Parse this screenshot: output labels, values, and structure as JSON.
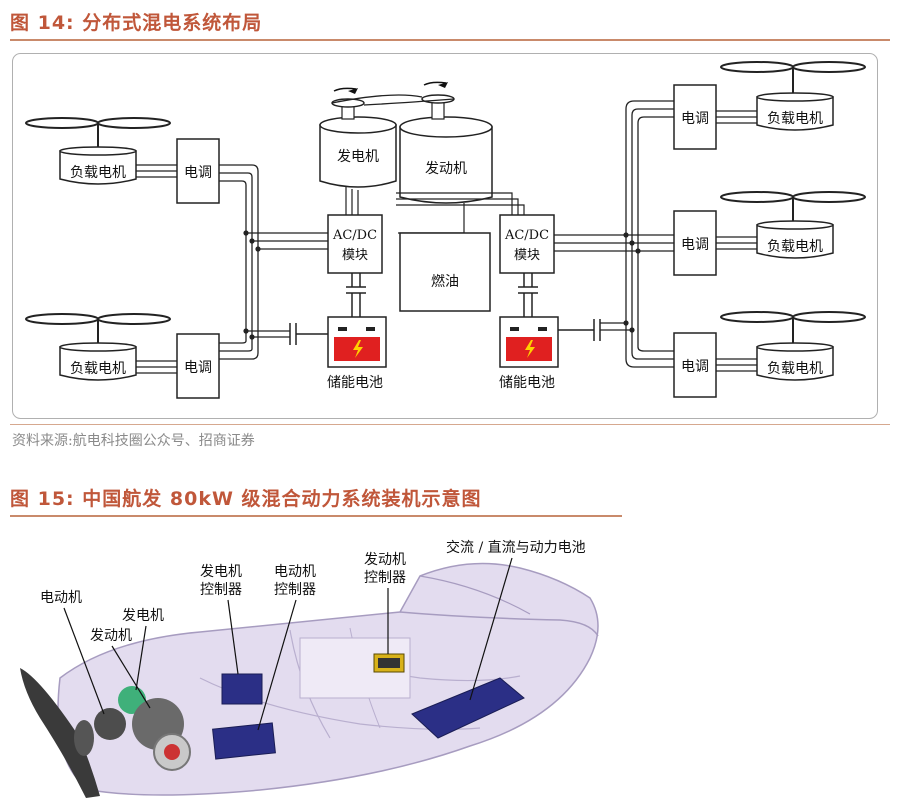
{
  "figure14": {
    "title": "图 14:  分布式混电系统布局",
    "labels": {
      "load_motor": "负载电机",
      "esc": "电调",
      "generator": "发电机",
      "engine": "发动机",
      "acdc_line1": "AC/DC",
      "acdc_line2": "模块",
      "fuel": "燃油",
      "battery": "储能电池"
    },
    "source": "资料来源:航电科技圈公众号、招商证券"
  },
  "figure15": {
    "title": "图 15:  中国航发 80kW 级混合动力系统装机示意图",
    "labels": {
      "electric_motor": "电动机",
      "generator": "发电机",
      "engine": "发动机",
      "gen_ctrl_line1": "发电机",
      "gen_ctrl_line2": "控制器",
      "motor_ctrl_line1": "电动机",
      "motor_ctrl_line2": "控制器",
      "eng_ctrl_line1": "发动机",
      "eng_ctrl_line2": "控制器",
      "battery": "交流 / 直流与动力电池"
    }
  },
  "colors": {
    "title": "#c0573a",
    "rule": "#c98a6b",
    "battery_red": "#e02020",
    "fuselage": "#d9cfe8",
    "component_blue": "#2b2f86"
  }
}
